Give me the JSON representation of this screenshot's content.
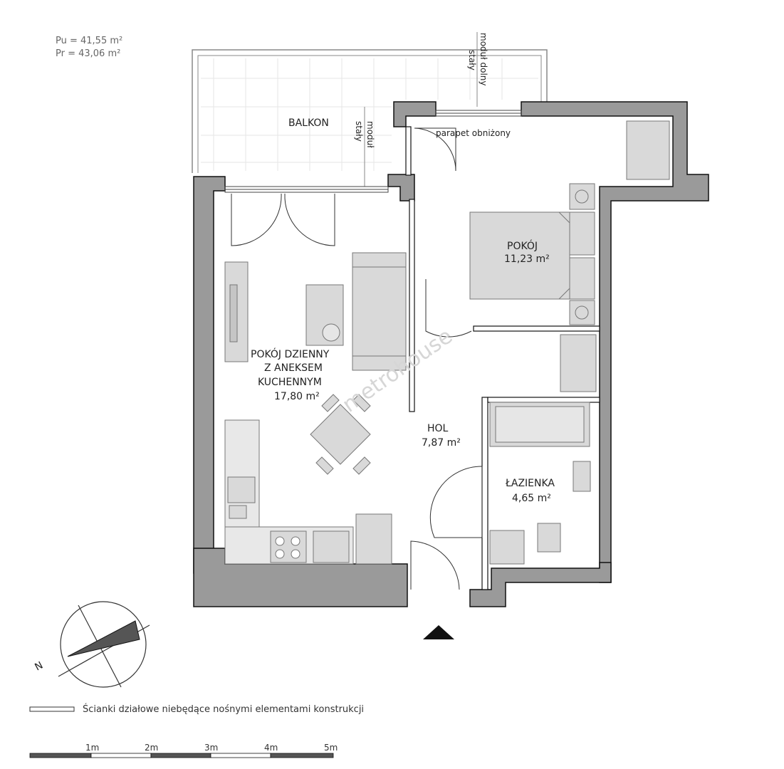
{
  "areas": {
    "pu": "Pu = 41,55 m²",
    "pr": "Pr = 43,06 m²"
  },
  "rooms": {
    "balkon": "BALKON",
    "modul_staly": [
      "moduł",
      "stały"
    ],
    "modul_dolny": [
      "moduł dolny",
      "stały"
    ],
    "parapet": "parapet obniżony",
    "pokoj": {
      "name": "POKÓJ",
      "area": "11,23 m²"
    },
    "dzienny": {
      "line1": "POKÓJ DZIENNY",
      "line2": "Z ANEKSEM",
      "line3": "KUCHENNYM",
      "area": "17,80 m²"
    },
    "hol": {
      "name": "HOL",
      "area": "7,87 m²"
    },
    "lazienka": {
      "name": "ŁAZIENKA",
      "area": "4,65 m²"
    }
  },
  "compass": {
    "label": "N"
  },
  "watermark": "metrohouse",
  "legend": {
    "text": "Ścianki działowe niebędące nośnymi elementami konstrukcji"
  },
  "scale": {
    "ticks": [
      "1m",
      "2m",
      "3m",
      "4m",
      "5m"
    ]
  },
  "colors": {
    "wall": "#9a9a9a",
    "wallStroke": "#111111",
    "furniture": "#d9d9d9"
  }
}
